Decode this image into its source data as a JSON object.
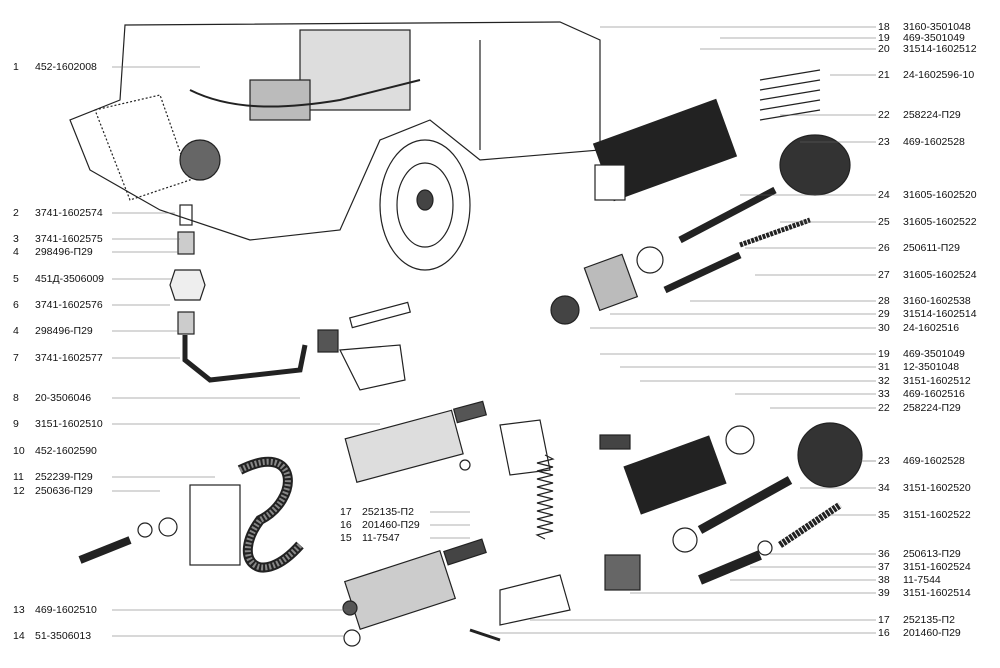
{
  "left_labels": [
    {
      "num": "1",
      "code": "452-1602008"
    },
    {
      "num": "2",
      "code": "3741-1602574"
    },
    {
      "num": "3",
      "code": "3741-1602575"
    },
    {
      "num": "4",
      "code": "298496-П29"
    },
    {
      "num": "5",
      "code": "451Д-3506009"
    },
    {
      "num": "6",
      "code": "3741-1602576"
    },
    {
      "num": "4",
      "code": "298496-П29"
    },
    {
      "num": "7",
      "code": "3741-1602577"
    },
    {
      "num": "8",
      "code": "20-3506046"
    },
    {
      "num": "9",
      "code": "3151-1602510"
    },
    {
      "num": "10",
      "code": "452-1602590"
    },
    {
      "num": "11",
      "code": "252239-П29"
    },
    {
      "num": "12",
      "code": "250636-П29"
    },
    {
      "num": "13",
      "code": "469-1602510"
    },
    {
      "num": "14",
      "code": "51-3506013"
    }
  ],
  "middle_labels": [
    {
      "num": "17",
      "code": "252135-П2"
    },
    {
      "num": "16",
      "code": "201460-П29"
    },
    {
      "num": "15",
      "code": "11-7547"
    }
  ],
  "right_labels": [
    {
      "num": "18",
      "code": "3160-3501048"
    },
    {
      "num": "19",
      "code": "469-3501049"
    },
    {
      "num": "20",
      "code": "31514-1602512"
    },
    {
      "num": "21",
      "code": "24-1602596-10"
    },
    {
      "num": "22",
      "code": "258224-П29"
    },
    {
      "num": "23",
      "code": "469-1602528"
    },
    {
      "num": "24",
      "code": "31605-1602520"
    },
    {
      "num": "25",
      "code": "31605-1602522"
    },
    {
      "num": "26",
      "code": "250611-П29"
    },
    {
      "num": "27",
      "code": "31605-1602524"
    },
    {
      "num": "28",
      "code": "3160-1602538"
    },
    {
      "num": "29",
      "code": "31514-1602514"
    },
    {
      "num": "30",
      "code": "24-1602516"
    },
    {
      "num": "19",
      "code": "469-3501049"
    },
    {
      "num": "31",
      "code": "12-3501048"
    },
    {
      "num": "32",
      "code": "3151-1602512"
    },
    {
      "num": "33",
      "code": "469-1602516"
    },
    {
      "num": "22",
      "code": "258224-П29"
    },
    {
      "num": "23",
      "code": "469-1602528"
    },
    {
      "num": "34",
      "code": "3151-1602520"
    },
    {
      "num": "35",
      "code": "3151-1602522"
    },
    {
      "num": "36",
      "code": "250613-П29"
    },
    {
      "num": "37",
      "code": "3151-1602524"
    },
    {
      "num": "38",
      "code": "11-7544"
    },
    {
      "num": "39",
      "code": "3151-1602514"
    },
    {
      "num": "17",
      "code": "252135-П2"
    },
    {
      "num": "16",
      "code": "201460-П29"
    }
  ]
}
